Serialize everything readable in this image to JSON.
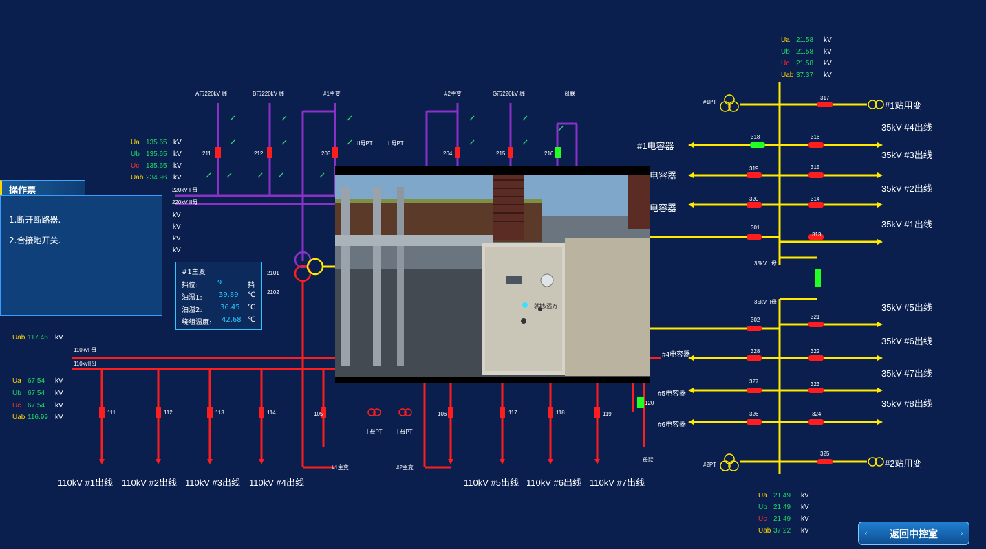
{
  "left_220": {
    "lines": [
      "A市220kV 线",
      "B市220kV 线",
      "#1主变",
      "#2主变",
      "G市220kV 线",
      "母联"
    ],
    "pts": [
      "II母PT",
      "I 母PT"
    ],
    "bays": [
      "211",
      "212",
      "203",
      "204",
      "215",
      "216"
    ],
    "bus": [
      "220kV I 母",
      "220kV II母"
    ],
    "meas": [
      {
        "name": "Ua",
        "value": "135.65",
        "unit": "kV"
      },
      {
        "name": "Ub",
        "value": "135.65",
        "unit": "kV"
      },
      {
        "name": "Uc",
        "value": "135.65",
        "unit": "kV"
      },
      {
        "name": "Uab",
        "value": "234.96",
        "unit": "kV"
      }
    ],
    "extra_units": [
      "kV",
      "kV",
      "kV",
      "kV"
    ]
  },
  "ticket": {
    "title": "操作票",
    "items": [
      "1.断开断路器.",
      "2.合接地开关."
    ]
  },
  "transformer": {
    "title": "#1主变",
    "rows": [
      {
        "label": "挡位:",
        "value": "9",
        "unit": "挡"
      },
      {
        "label": "油温1:",
        "value": "39.89",
        "unit": "℃"
      },
      {
        "label": "油温2:",
        "value": "36.45",
        "unit": "℃"
      },
      {
        "label": "绕组温度:",
        "value": "42.68",
        "unit": "℃"
      }
    ],
    "switches": [
      "2101",
      "2102"
    ]
  },
  "uab_110_mid": {
    "name": "Uab",
    "value": "117.46",
    "unit": "kV"
  },
  "bus_110": [
    "110kvI 母",
    "110kvII母"
  ],
  "meas_110": [
    {
      "name": "Ua",
      "value": "67.54",
      "unit": "kV"
    },
    {
      "name": "Ub",
      "value": "67.54",
      "unit": "kV"
    },
    {
      "name": "Uc",
      "value": "67.54",
      "unit": "kV"
    },
    {
      "name": "Uab",
      "value": "116.99",
      "unit": "kV"
    }
  ],
  "bays_110": [
    "111",
    "112",
    "113",
    "114",
    "105",
    "106",
    "117",
    "118",
    "119",
    "120"
  ],
  "pt_110": [
    "II母PT",
    "I 母PT"
  ],
  "xf_110": [
    "#1主变",
    "#2主变",
    "母联"
  ],
  "feeders_110": [
    "110kV #1出线",
    "110kV #2出线",
    "110kV #3出线",
    "110kV #4出线",
    "110kV #5出线",
    "110kV #6出线",
    "110kV #7出线"
  ],
  "right_35": {
    "top_meas": [
      {
        "name": "Ua",
        "value": "21.58",
        "unit": "kV"
      },
      {
        "name": "Ub",
        "value": "21.58",
        "unit": "kV"
      },
      {
        "name": "Uc",
        "value": "21.58",
        "unit": "kV"
      },
      {
        "name": "Uab",
        "value": "37.37",
        "unit": "kV"
      }
    ],
    "bot_meas": [
      {
        "name": "Ua",
        "value": "21.49",
        "unit": "kV"
      },
      {
        "name": "Ub",
        "value": "21.49",
        "unit": "kV"
      },
      {
        "name": "Uc",
        "value": "21.49",
        "unit": "kV"
      },
      {
        "name": "Uab",
        "value": "37.22",
        "unit": "kV"
      }
    ],
    "station_xf": [
      "#1站用变",
      "#2站用变"
    ],
    "pt": [
      "#1PT",
      "#2PT"
    ],
    "capacitors_left": [
      "#1电容器",
      "电容器",
      "电容器"
    ],
    "capacitors_left2": [
      "#4电容器",
      "#5电容器",
      "#6电容器"
    ],
    "feeders": [
      "35kV #4出线",
      "35kV #3出线",
      "35kV #2出线",
      "35kV #1出线",
      "35kV #5出线",
      "35kV #6出线",
      "35kV #7出线",
      "35kV #8出线"
    ],
    "bays": [
      "317",
      "318",
      "316",
      "319",
      "315",
      "320",
      "314",
      "301",
      "313",
      "302",
      "321",
      "328",
      "322",
      "327",
      "323",
      "326",
      "324",
      "325"
    ],
    "bus": [
      "35kV I 母",
      "35kV II母"
    ]
  },
  "video_panel": {
    "cabinet_text": "就地/远方"
  },
  "return_button": "返回中控室",
  "colors": {
    "bg": "#0a1f4e",
    "bus_220": "#8a32c8",
    "bus_110": "#ff1e1e",
    "bus_35": "#ffea00",
    "closed": "#ff1e1e",
    "open_green": "#22ff22"
  }
}
